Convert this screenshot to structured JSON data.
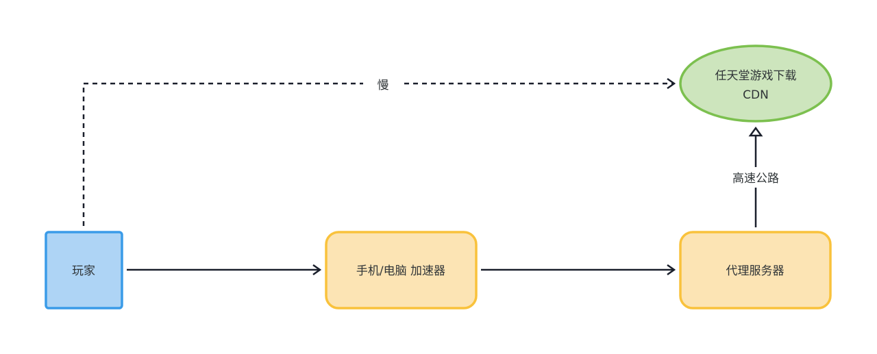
{
  "nodes": {
    "player": {
      "label": "玩家",
      "fill": "#aed4f5",
      "stroke": "#3a9be8"
    },
    "accelerator": {
      "label": "手机/电脑 加速器",
      "fill": "#fce4b4",
      "stroke": "#f9c23c"
    },
    "proxy": {
      "label": "代理服务器",
      "fill": "#fce4b4",
      "stroke": "#f9c23c"
    },
    "cdn": {
      "label_line1": "任天堂游戏下载",
      "label_line2": "CDN",
      "fill": "#cde5bd",
      "stroke": "#7cc04f"
    }
  },
  "edges": {
    "slow_label": "慢",
    "highway_label": "高速公路"
  }
}
